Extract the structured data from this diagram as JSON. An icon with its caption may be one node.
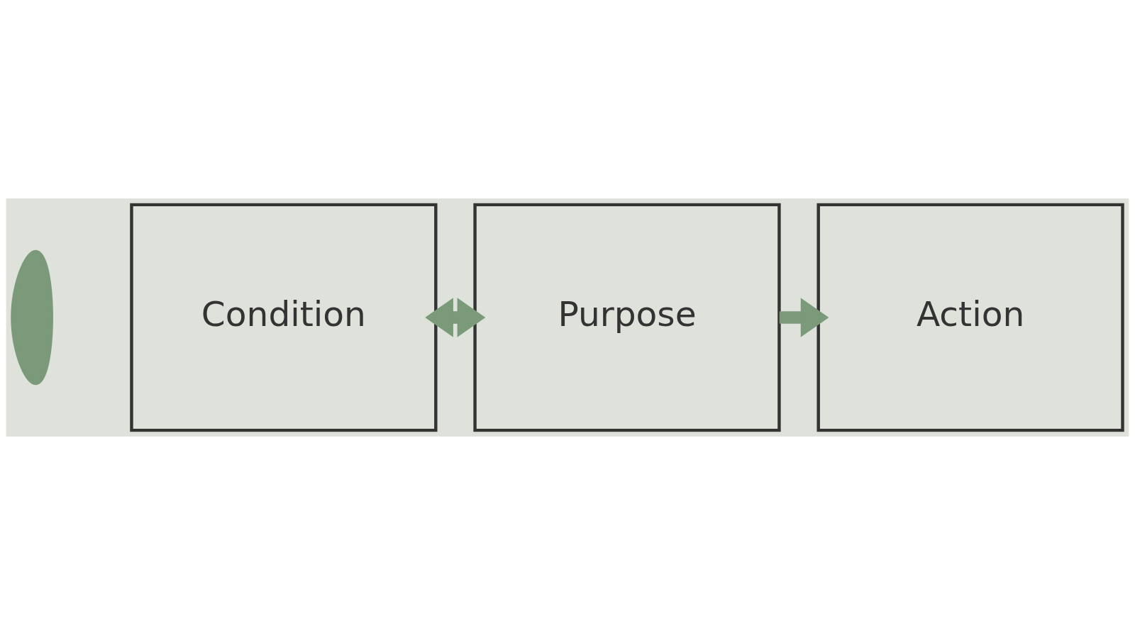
{
  "diagram": {
    "nodes": [
      {
        "text": [],
        "shape": "person"
      },
      {
        "text": [
          "Condition"
        ]
      },
      {
        "text": [
          "Purpose"
        ]
      },
      {
        "text": [
          "Action"
        ]
      }
    ],
    "edges": [
      {
        "from": 1,
        "to": 2,
        "arrow": "both"
      },
      {
        "from": 2,
        "to": 3,
        "arrow": "to"
      }
    ]
  }
}
